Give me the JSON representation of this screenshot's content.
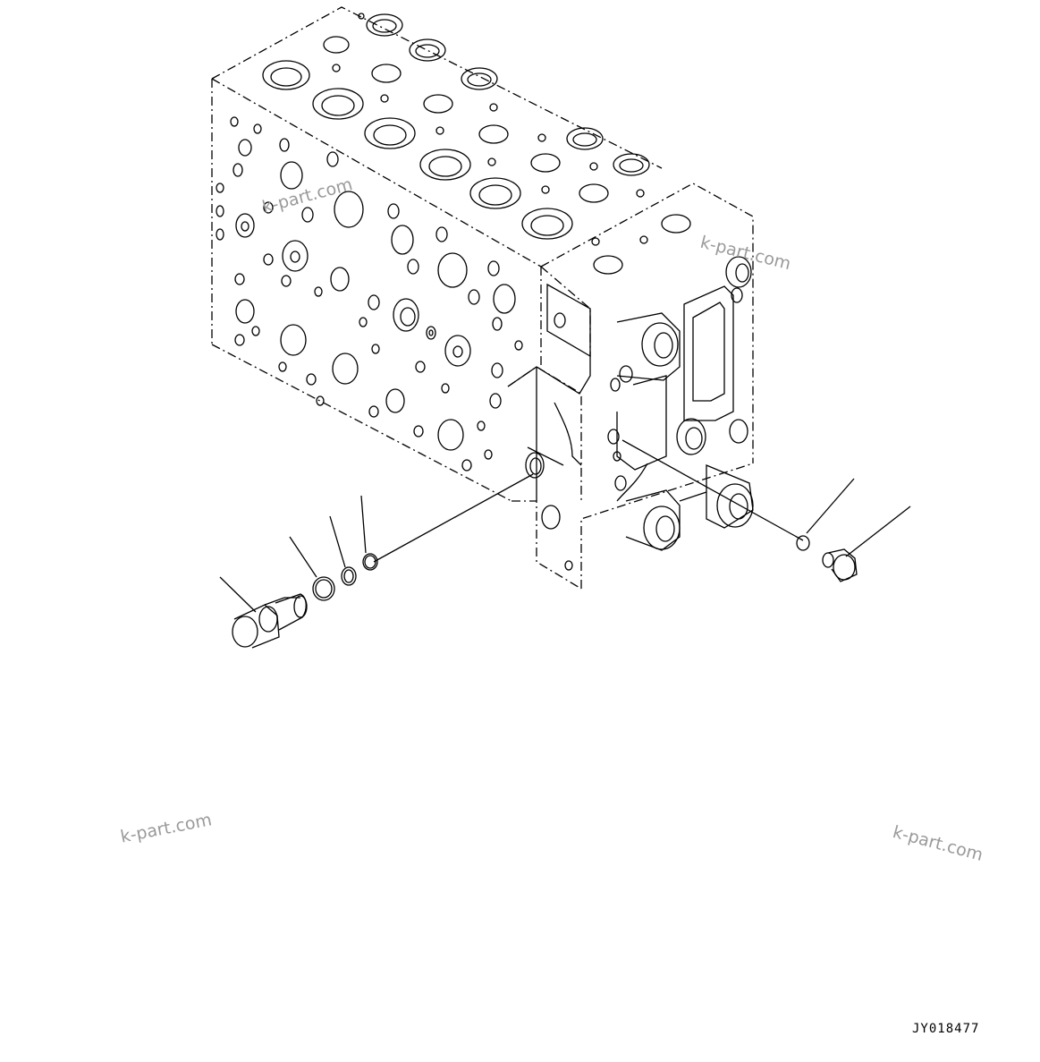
{
  "watermarks": [
    "k-part.com",
    "k-part.com",
    "k-part.com",
    "k-part.com"
  ],
  "drawing_code": "JY018477",
  "colors": {
    "line": "#000000",
    "watermark": "#9a9a9a",
    "background": "#ffffff"
  }
}
